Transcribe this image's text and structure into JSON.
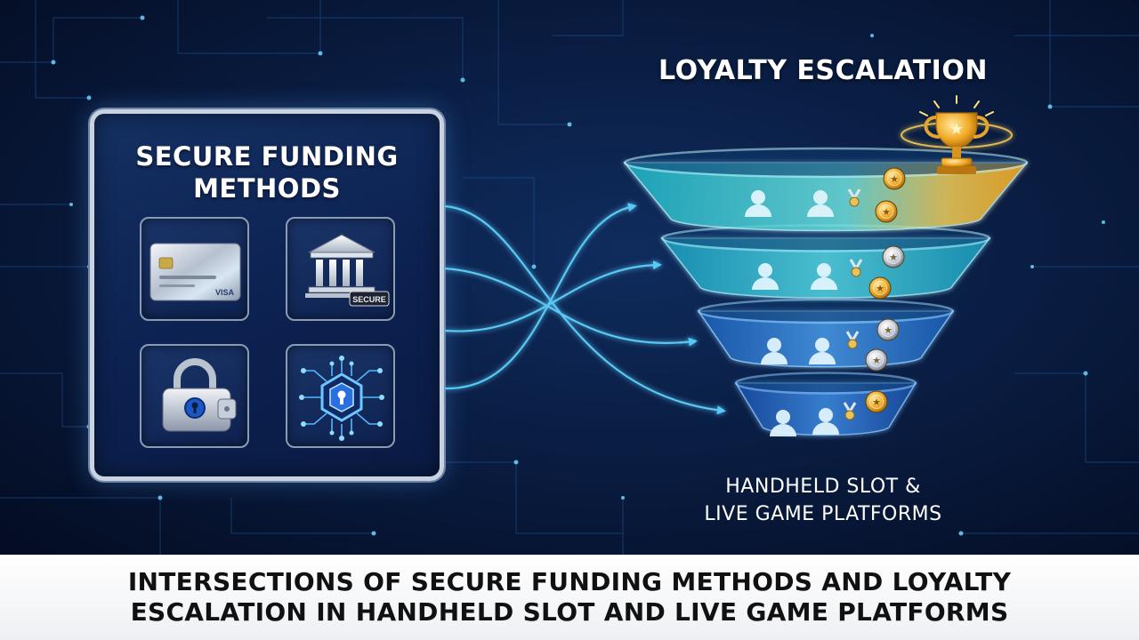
{
  "funding_panel": {
    "title_line1": "SECURE FUNDING",
    "title_line2": "METHODS",
    "tiles": [
      {
        "icon": "credit-card-icon",
        "text": "VISA"
      },
      {
        "icon": "bank-icon",
        "text": "SECURE"
      },
      {
        "icon": "padlock-wallet-icon"
      },
      {
        "icon": "circuit-shield-icon"
      }
    ]
  },
  "loyalty": {
    "heading": "LOYALTY ESCALATION",
    "tiers": 4,
    "top_icon": "trophy-icon"
  },
  "platforms": {
    "line1": "HANDHELD SLOT &",
    "line2": "LIVE GAME PLATFORMS"
  },
  "caption": {
    "line1": "INTERSECTIONS OF SECURE FUNDING METHODS AND LOYALTY",
    "line2": "ESCALATION IN HANDHELD SLOT AND LIVE GAME PLATFORMS"
  },
  "colors": {
    "background": "#06132e",
    "connector": "#59c8f5",
    "tier_gold": "#f2c84b",
    "tier_cyan": "#3fd6e6",
    "tier_blue": "#3a8ae0",
    "caption_bar": "#ffffff"
  }
}
